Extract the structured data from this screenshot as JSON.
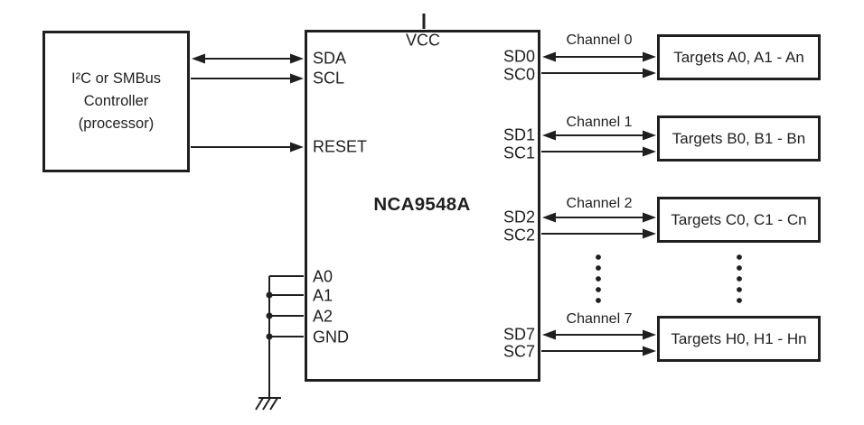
{
  "diagram": {
    "controller": {
      "line1": "I²C or SMBus",
      "line2": "Controller",
      "line3": "(processor)"
    },
    "chip": {
      "name": "NCA9548A",
      "vcc_label": "VCC",
      "left_pins": {
        "sda": "SDA",
        "scl": "SCL",
        "reset": "RESET",
        "a0": "A0",
        "a1": "A1",
        "a2": "A2",
        "gnd": "GND"
      },
      "right_pins": {
        "sd0": "SD0",
        "sc0": "SC0",
        "sd1": "SD1",
        "sc1": "SC1",
        "sd2": "SD2",
        "sc2": "SC2",
        "sd7": "SD7",
        "sc7": "SC7"
      }
    },
    "channels": [
      {
        "label": "Channel 0",
        "target": "Targets A0, A1 - An"
      },
      {
        "label": "Channel 1",
        "target": "Targets B0, B1 - Bn"
      },
      {
        "label": "Channel 2",
        "target": "Targets C0, C1 - Cn"
      },
      {
        "label": "Channel 7",
        "target": "Targets H0, H1 - Hn"
      }
    ],
    "colors": {
      "ink": "#1f1f1f",
      "background": "#ffffff"
    }
  }
}
